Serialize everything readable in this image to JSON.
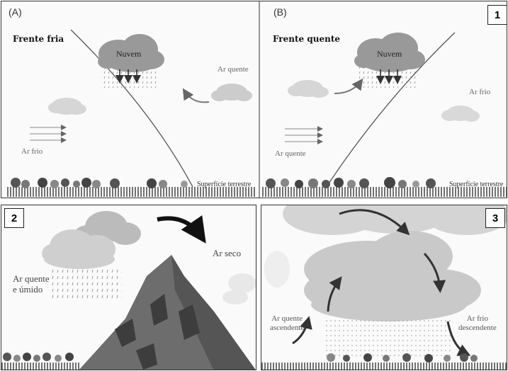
{
  "panel1": {
    "number": "1",
    "A": {
      "tag": "(A)",
      "title": "Frente fria",
      "cloud_label": "Nuvem",
      "warm_air": "Ar quente",
      "cold_air": "Ar frio",
      "surface": "Superfície terrestre"
    },
    "B": {
      "tag": "(B)",
      "title": "Frente quente",
      "cloud_label": "Nuvem",
      "cold_air": "Ar frio",
      "warm_air": "Ar quente",
      "surface": "Superfície terrestre"
    }
  },
  "panel2": {
    "number": "2",
    "humid_air_line1": "Ar quente",
    "humid_air_line2": "e úmido",
    "dry_air": "Ar seco"
  },
  "panel3": {
    "number": "3",
    "warm_rising_line1": "Ar quente",
    "warm_rising_line2": "ascendente",
    "cold_descending_line1": "Ar frio",
    "cold_descending_line2": "descendente"
  }
}
